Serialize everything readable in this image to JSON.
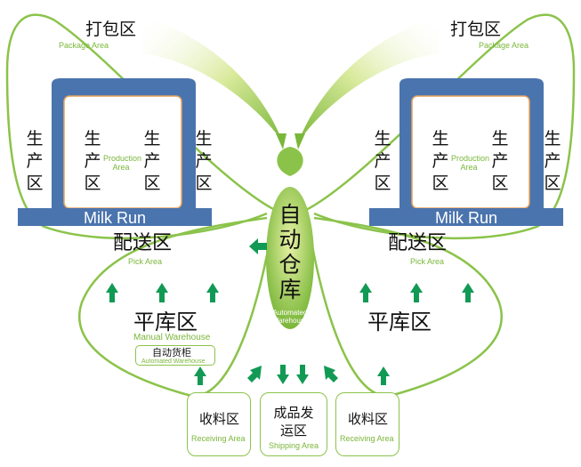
{
  "package_area": {
    "cn": "打包区",
    "en": "Package Area"
  },
  "production_zone": {
    "cn": "生产区"
  },
  "production_area": {
    "en": "Production Area"
  },
  "milk_run": "Milk Run",
  "pick_area": {
    "cn": "配送区",
    "en": "Pick Area"
  },
  "manual_warehouse": {
    "cn": "平库区",
    "en": "Manual Warehouse"
  },
  "auto_cabinet": {
    "cn": "自动货柜",
    "en": "Automated Warehouse"
  },
  "automated_warehouse": {
    "cn": "自动仓库",
    "en": "Automated Warehouse"
  },
  "receiving_area": {
    "cn": "收料区",
    "en": "Receiving Area"
  },
  "shipping_area": {
    "cn": "成品发运区",
    "en": "Shipping Area"
  },
  "colors": {
    "frame_blue": "#4a74ad",
    "leaf_green": "#7ab73a",
    "arrow_green": "#129a55",
    "outline_green": "#8bc34a"
  }
}
